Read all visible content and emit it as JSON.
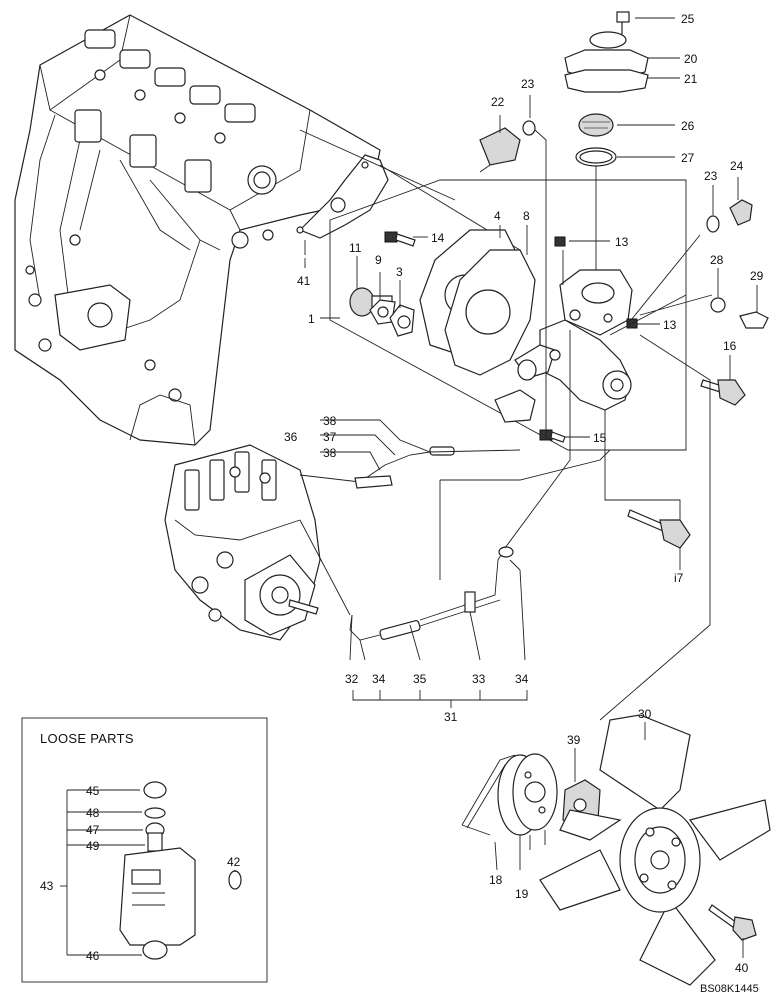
{
  "diagram": {
    "loose_parts_title": "LOOSE PARTS",
    "drawing_code": "BS08K1445",
    "callouts": {
      "c1": "1",
      "c3": "3",
      "c4": "4",
      "c8": "8",
      "c9": "9",
      "c11": "11",
      "c13a": "13",
      "c13b": "13",
      "c14": "14",
      "c15": "15",
      "c16": "16",
      "c17": "i7",
      "c18": "18",
      "c19": "19",
      "c20": "20",
      "c21": "21",
      "c22": "22",
      "c23a": "23",
      "c23b": "23",
      "c24": "24",
      "c25": "25",
      "c26": "26",
      "c27": "27",
      "c28": "28",
      "c29": "29",
      "c30": "30",
      "c31": "31",
      "c32": "32",
      "c33": "33",
      "c34a": "34",
      "c34b": "34",
      "c35": "35",
      "c36": "36",
      "c37": "37",
      "c38a": "38",
      "c38b": "38",
      "c39": "39",
      "c40": "40",
      "c41": "41",
      "c42": "42",
      "c43": "43",
      "c45": "45",
      "c46": "46",
      "c47": "47",
      "c48": "48",
      "c49": "49"
    }
  }
}
